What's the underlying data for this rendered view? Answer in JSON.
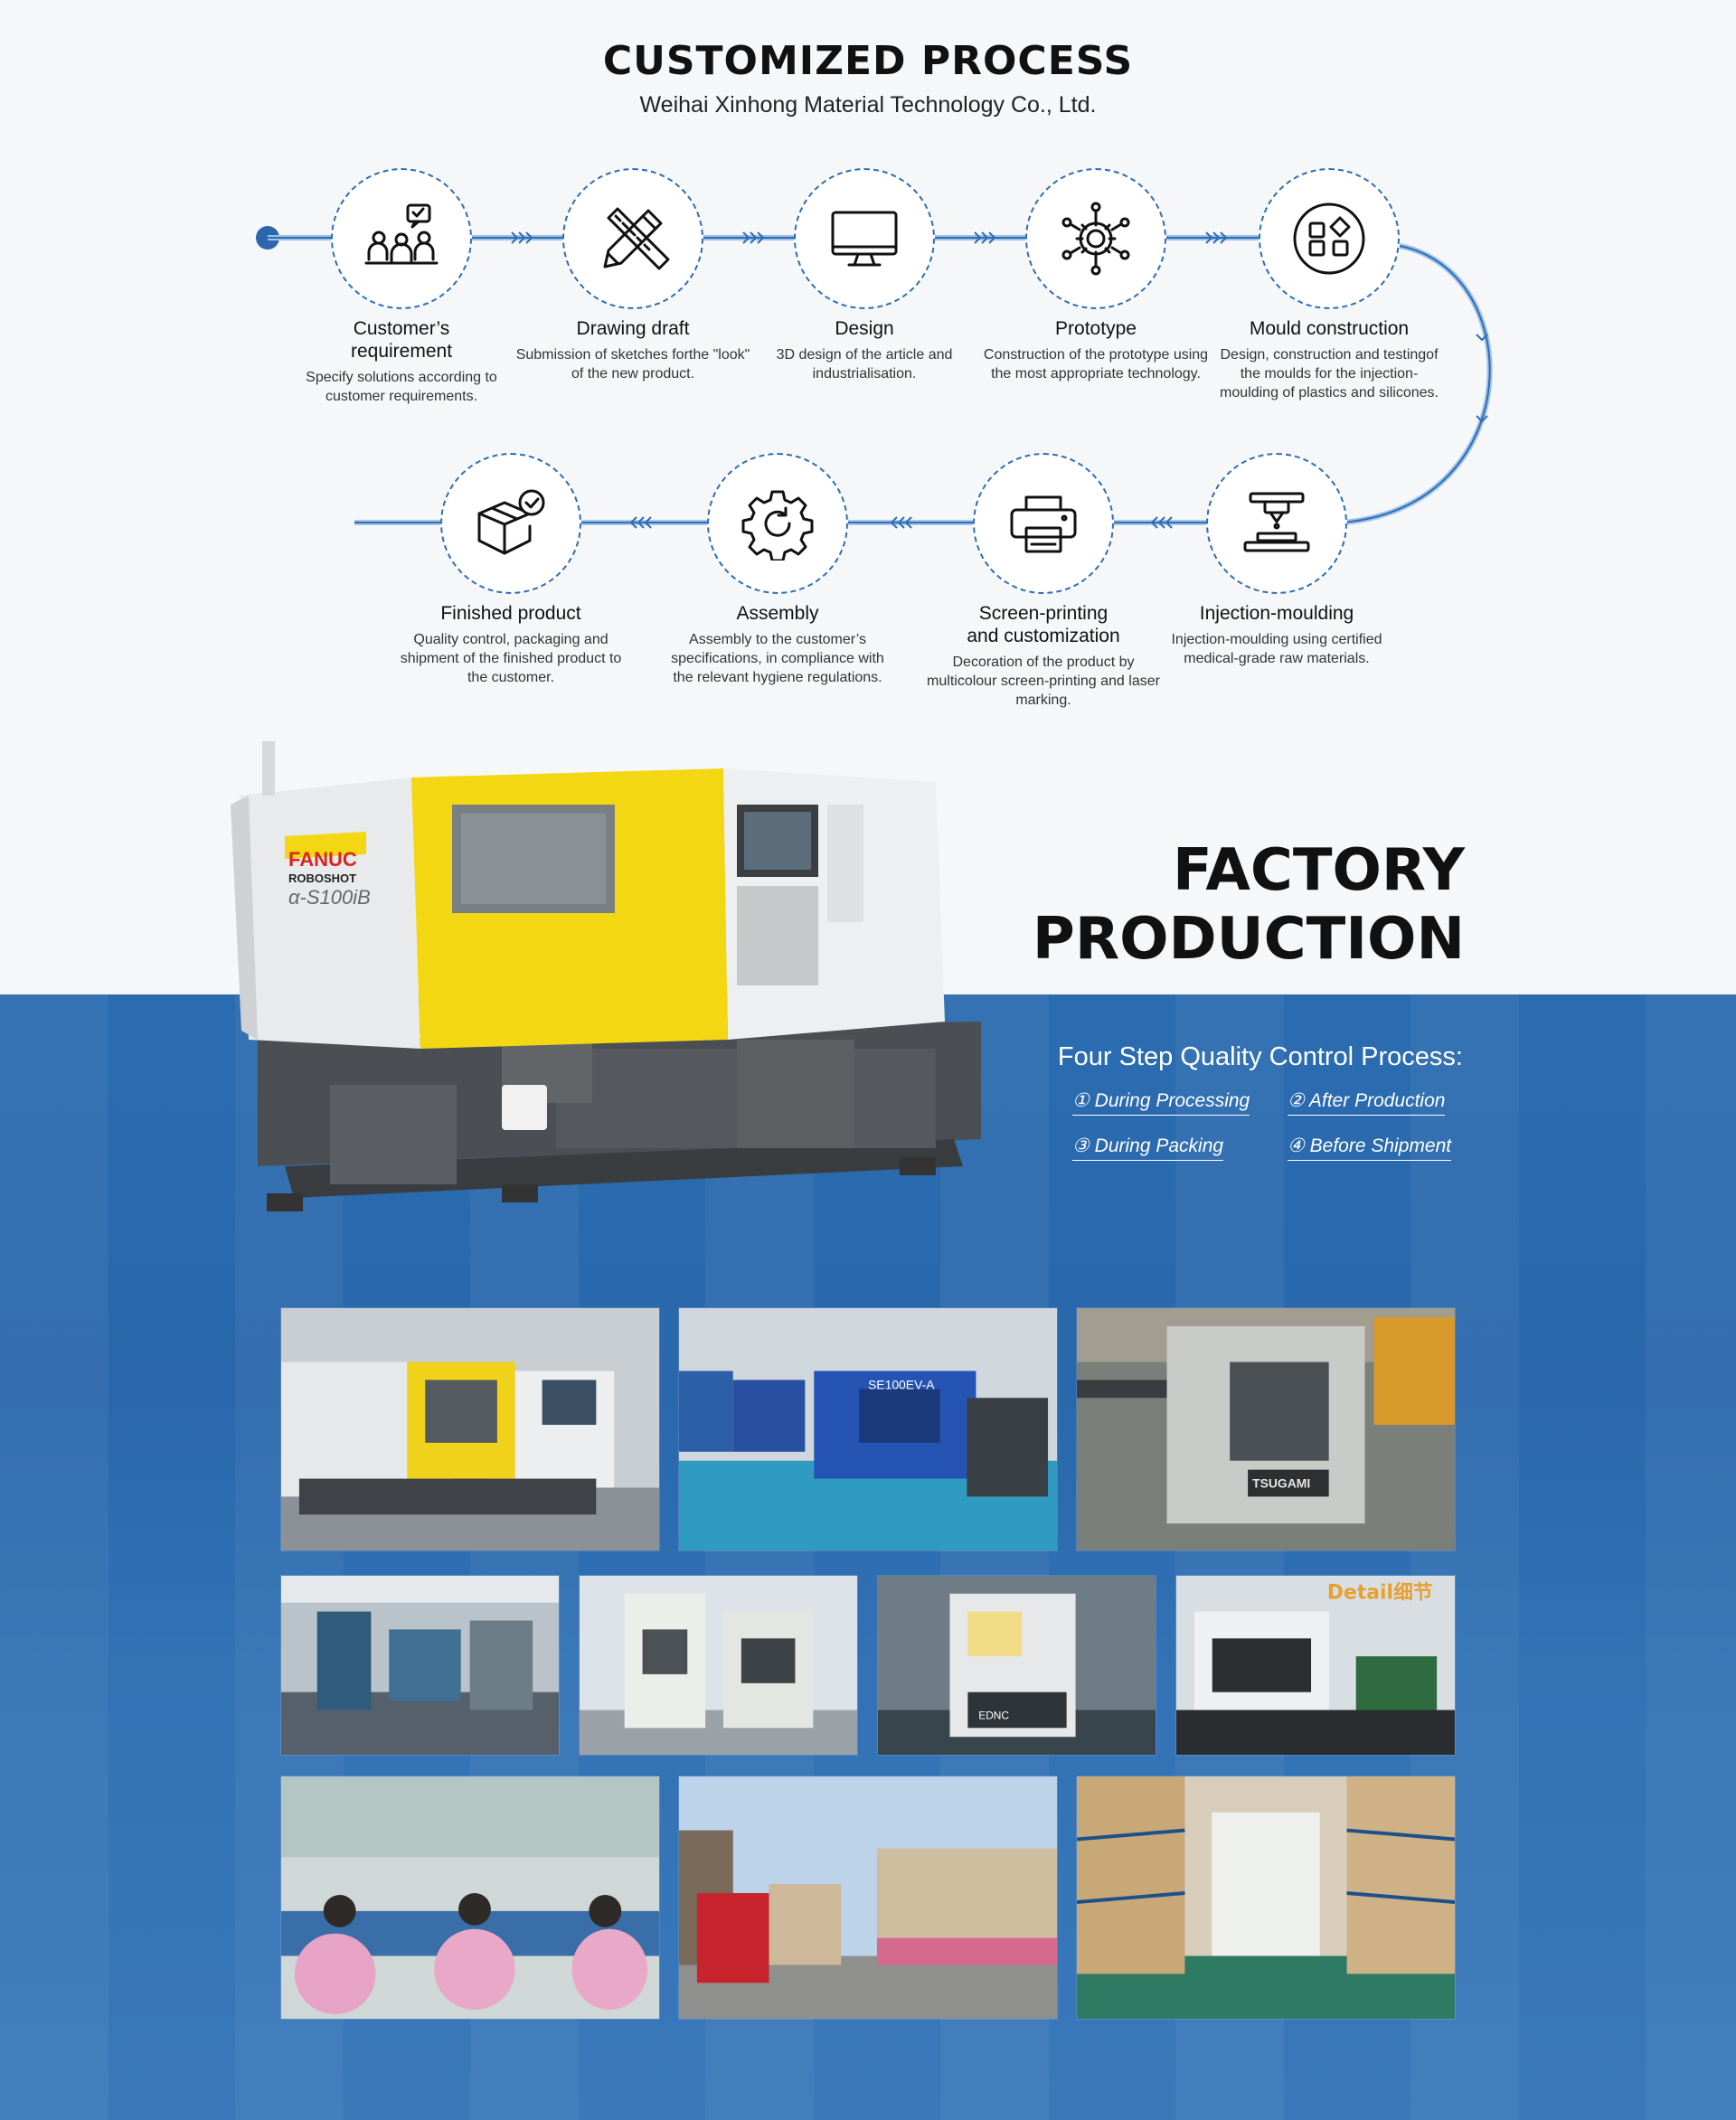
{
  "header": {
    "title": "CUSTOMIZED PROCESS",
    "subtitle": "Weihai Xinhong Material Technology Co., Ltd."
  },
  "steps": [
    {
      "icon": "meeting-people-icon",
      "title": "Customer’s\nrequirement",
      "desc": "Specify solutions according to customer requirements."
    },
    {
      "icon": "pencil-ruler-icon",
      "title": "Drawing draft",
      "desc": "Submission of sketches forthe \"look\" of the new product."
    },
    {
      "icon": "monitor-icon",
      "title": "Design",
      "desc": "3D design of the article and industrialisation."
    },
    {
      "icon": "gear-network-icon",
      "title": "Prototype",
      "desc": "Construction of the prototype using the most appropriate technology."
    },
    {
      "icon": "apps-icon",
      "title": "Mould construction",
      "desc": "Design, construction and testingof the moulds for the injection-moulding of plastics and silicones."
    },
    {
      "icon": "injection-nozzle-icon",
      "title": "Injection-moulding",
      "desc": "Injection-moulding using certified medical-grade raw materials."
    },
    {
      "icon": "printer-icon",
      "title": "Screen-printing\nand customization",
      "desc": "Decoration of the product by multicolour screen-printing and laser marking."
    },
    {
      "icon": "gear-refresh-icon",
      "title": "Assembly",
      "desc": "Assembly to the customer’s specifications, in compliance with the relevant hygiene regulations."
    },
    {
      "icon": "box-check-icon",
      "title": "Finished product",
      "desc": "Quality control, packaging and shipment of the finished product to the customer."
    }
  ],
  "factory": {
    "title_line1": "FACTORY",
    "title_line2": "PRODUCTION",
    "machine": {
      "brand": "FANUC",
      "model_line": "ROBOSHOT",
      "model": "α-S100iB"
    },
    "qc_title": "Four Step Quality Control Process:",
    "qc_items": [
      "① During Processing",
      "② After Production",
      "③ During Packing",
      "④ Before Shipment"
    ],
    "photo_texts": {
      "detail": "Detail细节",
      "sumitomo": "SE100EV-A",
      "tsugami": "TSUGAMI",
      "edm": "EDNC"
    }
  },
  "colors": {
    "accent": "#2f6db5",
    "factory_blue": "#2b6cb0",
    "machine_yellow": "#f2d712"
  }
}
